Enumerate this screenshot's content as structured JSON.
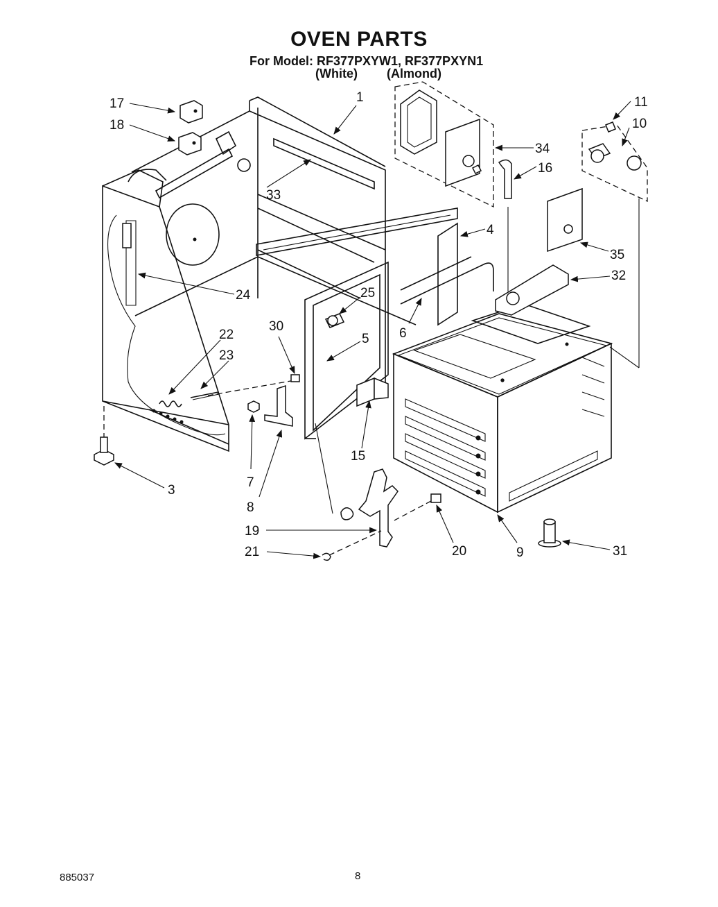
{
  "header": {
    "title": "OVEN PARTS",
    "model_line": "For Model: RF377PXYW1, RF377PXYN1",
    "variant_white": "(White)",
    "variant_almond": "(Almond)"
  },
  "callouts": [
    "1",
    "3",
    "4",
    "5",
    "6",
    "7",
    "8",
    "9",
    "10",
    "11",
    "15",
    "16",
    "17",
    "18",
    "19",
    "20",
    "21",
    "22",
    "23",
    "24",
    "25",
    "30",
    "31",
    "32",
    "33",
    "34",
    "35"
  ],
  "footer": {
    "doc_number": "885037",
    "page_number": "8"
  }
}
